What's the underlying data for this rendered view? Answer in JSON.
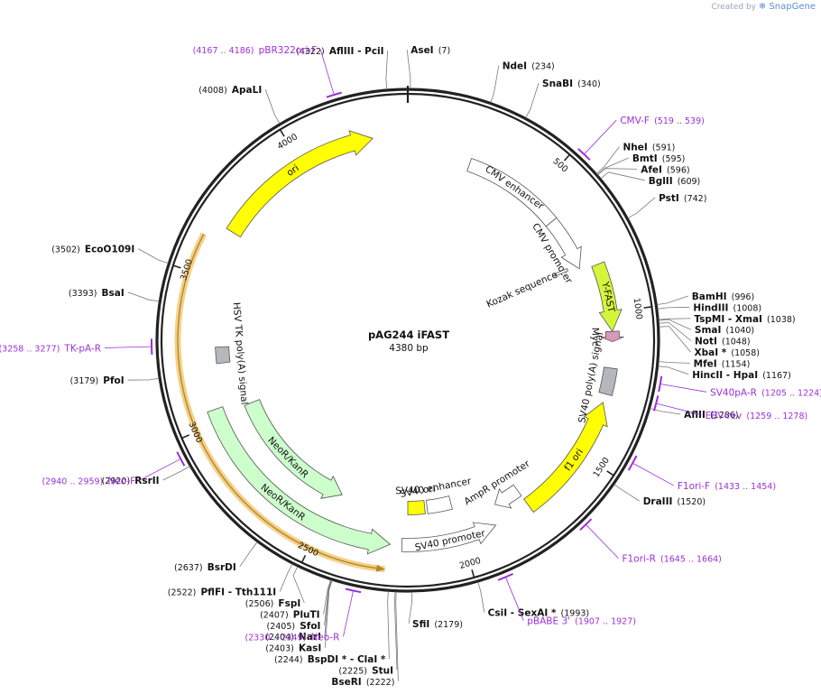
{
  "credit": {
    "prefix": "Created by",
    "brand": "SnapGene"
  },
  "plasmid": {
    "name": "pAG244 iFAST",
    "size_label": "4380 bp",
    "length": 4380
  },
  "colors": {
    "backbone": "#222222",
    "primer": "#9b30d9",
    "yellow": "#ffff00",
    "yfast": "#d4f53c",
    "neo": "#ccffcc",
    "orf_highlight": "#f6d089",
    "orf_line": "#2e8b1e",
    "myc": "#d898b8",
    "polyA": "#b4b8bd",
    "white": "#ffffff"
  },
  "ticks": [
    {
      "bp": 500,
      "label": "500"
    },
    {
      "bp": 1000,
      "label": "1000"
    },
    {
      "bp": 1500,
      "label": "1500"
    },
    {
      "bp": 2000,
      "label": "2000"
    },
    {
      "bp": 2500,
      "label": "2500"
    },
    {
      "bp": 3000,
      "label": "3000"
    },
    {
      "bp": 3500,
      "label": "3500"
    },
    {
      "bp": 4000,
      "label": "4000"
    }
  ],
  "enzymes": [
    {
      "name": "AseI",
      "pos": "(7)",
      "bp": 7,
      "order": "name-pos"
    },
    {
      "name": "NdeI",
      "pos": "(234)",
      "bp": 234,
      "order": "name-pos"
    },
    {
      "name": "SnaBI",
      "pos": "(340)",
      "bp": 340,
      "order": "name-pos"
    },
    {
      "name": "NheI",
      "pos": "(591)",
      "bp": 591,
      "order": "name-pos"
    },
    {
      "name": "BmtI",
      "pos": "(595)",
      "bp": 595,
      "order": "name-pos"
    },
    {
      "name": "AfeI",
      "pos": "(596)",
      "bp": 596,
      "order": "name-pos"
    },
    {
      "name": "BglII",
      "pos": "(609)",
      "bp": 609,
      "order": "name-pos"
    },
    {
      "name": "PstI",
      "pos": "(742)",
      "bp": 742,
      "order": "name-pos"
    },
    {
      "name": "BamHI",
      "pos": "(996)",
      "bp": 996,
      "order": "name-pos"
    },
    {
      "name": "HindIII",
      "pos": "(1008)",
      "bp": 1008,
      "order": "name-pos"
    },
    {
      "name": "TspMI  -  XmaI",
      "pos": "(1038)",
      "bp": 1038,
      "order": "name-pos"
    },
    {
      "name": "SmaI",
      "pos": "(1040)",
      "bp": 1040,
      "order": "name-pos"
    },
    {
      "name": "NotI",
      "pos": "(1048)",
      "bp": 1048,
      "order": "name-pos"
    },
    {
      "name": "XbaI *",
      "pos": "(1058)",
      "bp": 1058,
      "order": "name-pos"
    },
    {
      "name": "MfeI",
      "pos": "(1154)",
      "bp": 1154,
      "order": "name-pos"
    },
    {
      "name": "HincII  -  HpaI",
      "pos": "(1167)",
      "bp": 1167,
      "order": "name-pos"
    },
    {
      "name": "AflII",
      "pos": "(1286)",
      "bp": 1286,
      "order": "name-pos"
    },
    {
      "name": "DraIII",
      "pos": "(1520)",
      "bp": 1520,
      "order": "name-pos"
    },
    {
      "name": "CsiI  -  SexAI *",
      "pos": "(1993)",
      "bp": 1993,
      "order": "name-pos"
    },
    {
      "name": "SfiI",
      "pos": "(2179)",
      "bp": 2179,
      "order": "name-pos"
    },
    {
      "name": "BseRI",
      "pos": "(2222)",
      "bp": 2222,
      "order": "name-pos"
    },
    {
      "name": "StuI",
      "pos": "(2225)",
      "bp": 2225,
      "order": "pos-name"
    },
    {
      "name": "BspDI *  -  ClaI *",
      "pos": "(2244)",
      "bp": 2244,
      "order": "pos-name"
    },
    {
      "name": "KasI",
      "pos": "(2403)",
      "bp": 2403,
      "order": "pos-name"
    },
    {
      "name": "NarI",
      "pos": "(2404)",
      "bp": 2404,
      "order": "pos-name"
    },
    {
      "name": "SfoI",
      "pos": "(2405)",
      "bp": 2405,
      "order": "pos-name"
    },
    {
      "name": "PluTI",
      "pos": "(2407)",
      "bp": 2407,
      "order": "pos-name"
    },
    {
      "name": "FspI",
      "pos": "(2506)",
      "bp": 2506,
      "order": "pos-name"
    },
    {
      "name": "PflFI  -  Tth111I",
      "pos": "(2522)",
      "bp": 2522,
      "order": "pos-name"
    },
    {
      "name": "BsrDI",
      "pos": "(2637)",
      "bp": 2637,
      "order": "pos-name"
    },
    {
      "name": "RsrII",
      "pos": "(2920)",
      "bp": 2920,
      "order": "pos-name"
    },
    {
      "name": "PfoI",
      "pos": "(3179)",
      "bp": 3179,
      "order": "pos-name"
    },
    {
      "name": "BsaI",
      "pos": "(3393)",
      "bp": 3393,
      "order": "pos-name"
    },
    {
      "name": "EcoO109I",
      "pos": "(3502)",
      "bp": 3502,
      "order": "pos-name"
    },
    {
      "name": "ApaLI",
      "pos": "(4008)",
      "bp": 4008,
      "order": "pos-name"
    },
    {
      "name": "AflIII  -  PciI",
      "pos": "(4322)",
      "bp": 4322,
      "order": "pos-name"
    }
  ],
  "primers": [
    {
      "name": "CMV-F",
      "range": "(519 .. 539)",
      "start": 519,
      "end": 539,
      "order": "name-range"
    },
    {
      "name": "SV40pA-R",
      "range": "(1205 .. 1224)",
      "start": 1205,
      "end": 1224,
      "order": "name-range"
    },
    {
      "name": "EBV-rev",
      "range": "(1259 .. 1278)",
      "start": 1259,
      "end": 1278,
      "order": "name-range"
    },
    {
      "name": "F1ori-F",
      "range": "(1433 .. 1454)",
      "start": 1433,
      "end": 1454,
      "order": "name-range"
    },
    {
      "name": "F1ori-R",
      "range": "(1645 .. 1664)",
      "start": 1645,
      "end": 1664,
      "order": "name-range"
    },
    {
      "name": "pBABE 3'",
      "range": "(1907 .. 1927)",
      "start": 1907,
      "end": 1927,
      "order": "name-range"
    },
    {
      "name": "Neo-R",
      "range": "(2330 .. 2349)",
      "start": 2330,
      "end": 2349,
      "order": "range-name"
    },
    {
      "name": "Neo-F",
      "range": "(2940 .. 2959)",
      "start": 2940,
      "end": 2959,
      "order": "range-name"
    },
    {
      "name": "TK-pA-R",
      "range": "(3258 .. 3277)",
      "start": 3258,
      "end": 3277,
      "order": "range-name"
    },
    {
      "name": "pBR322ori-F",
      "range": "(4167 .. 4186)",
      "start": 4167,
      "end": 4186,
      "order": "range-name"
    }
  ],
  "features": [
    {
      "label": "CMV enhancer",
      "start": 235,
      "end": 615,
      "lane": 2,
      "color": "white",
      "direction": "cw",
      "arrow": false,
      "label_mode": "inside"
    },
    {
      "label": "CMV promoter",
      "start": 615,
      "end": 820,
      "lane": 2,
      "color": "white",
      "direction": "cw",
      "arrow": true,
      "label_mode": "in"
    },
    {
      "label": "Kozak sequence",
      "start": 800,
      "end": 810,
      "lane": 3,
      "color": "white",
      "direction": "none",
      "arrow": false,
      "label_mode": "in_radial"
    },
    {
      "label": "Y-FAST",
      "start": 830,
      "end": 1065,
      "lane": 1,
      "color": "yfast",
      "direction": "cw",
      "arrow": true,
      "label_mode": "inside"
    },
    {
      "label": "Myc",
      "start": 1065,
      "end": 1100,
      "lane": 1,
      "color": "myc",
      "direction": "cw",
      "arrow": true,
      "label_mode": "in"
    },
    {
      "label": "SV40 poly(A) signal",
      "start": 1190,
      "end": 1280,
      "lane": 1,
      "color": "polyA",
      "direction": "none",
      "arrow": false,
      "label_mode": "in"
    },
    {
      "label": "f1 ori",
      "start": 1310,
      "end": 1750,
      "lane": 1,
      "color": "yellow",
      "direction": "ccw",
      "arrow": true,
      "label_mode": "inside"
    },
    {
      "label": "AmpR promoter",
      "start": 1750,
      "end": 1850,
      "lane": 2,
      "color": "white",
      "direction": "cw",
      "arrow": true,
      "label_mode": "in"
    },
    {
      "label": "SV40 promoter",
      "start": 1880,
      "end": 2210,
      "lane": 1,
      "color": "white",
      "direction": "ccw",
      "arrow": true,
      "label_mode": "inside"
    },
    {
      "label": "SV40 enhancer",
      "start": 2010,
      "end": 2110,
      "lane": 3,
      "color": "white",
      "direction": "none",
      "arrow": false,
      "label_mode": "in"
    },
    {
      "label": "SV40 ori",
      "start": 2120,
      "end": 2190,
      "lane": 3,
      "color": "yellow",
      "direction": "none",
      "arrow": false,
      "label_mode": "in"
    },
    {
      "label": "NeoR/KanR",
      "start": 2250,
      "end": 3045,
      "lane": 1,
      "color": "neo",
      "direction": "ccw",
      "arrow": true,
      "label_mode": "inside"
    },
    {
      "label": "NeoR/KanR",
      "start": 2470,
      "end": 3020,
      "lane": 3,
      "color": "neo",
      "direction": "ccw",
      "arrow": true,
      "label_mode": "inside"
    },
    {
      "label": "HSV TK poly(A) signal",
      "start": 3200,
      "end": 3260,
      "lane": 2,
      "color": "polyA",
      "direction": "none",
      "arrow": false,
      "label_mode": "in"
    },
    {
      "label": "ori",
      "start": 3670,
      "end": 4260,
      "lane": 1,
      "color": "yellow",
      "direction": "cw",
      "arrow": true,
      "label_mode": "inside"
    }
  ],
  "orfs": [
    {
      "start": 2260,
      "end": 3620,
      "lane": 0,
      "direction": "ccw"
    },
    {
      "start": 2450,
      "end": 3000,
      "lane": 2,
      "direction": "ccw"
    }
  ]
}
